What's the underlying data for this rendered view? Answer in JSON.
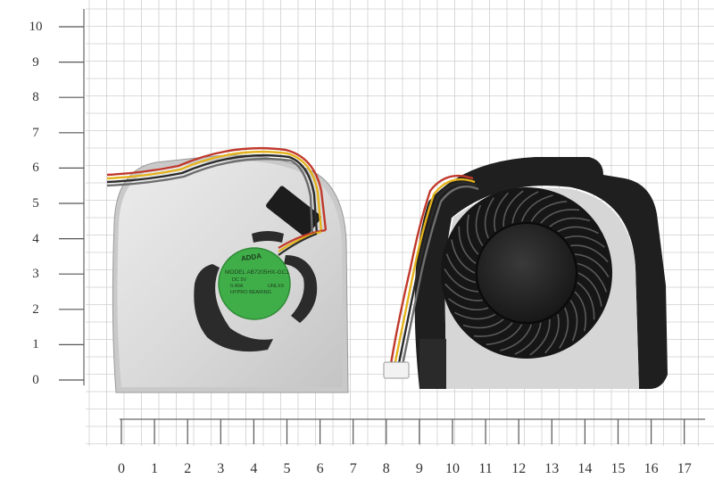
{
  "ruler": {
    "y_labels": [
      "10",
      "9",
      "8",
      "7",
      "6",
      "5",
      "4",
      "3",
      "2",
      "1",
      "0"
    ],
    "x_labels": [
      "0",
      "1",
      "2",
      "3",
      "4",
      "5",
      "6",
      "7",
      "8",
      "9",
      "10",
      "11",
      "12",
      "13",
      "14",
      "15",
      "16",
      "17"
    ]
  },
  "sticker": {
    "brand": "ADDA",
    "model": "MODEL AB7205HX-GC1",
    "rating": "DC 5V",
    "current": "0.40A",
    "bearing": "HYPRO BEARING",
    "code": "UNLXX"
  },
  "colors": {
    "background": "#ffffff",
    "grid_line": "#c8c8c8",
    "metal_plate": "#dcdcdc",
    "fan_housing": "#1f1f1f",
    "sticker_green": "#3fae49",
    "foam_pad": "#1c1c1c"
  },
  "wires": {
    "colors": [
      "#c0392b",
      "#e3b21b",
      "#2b2b2b",
      "#6d6d6d"
    ]
  }
}
